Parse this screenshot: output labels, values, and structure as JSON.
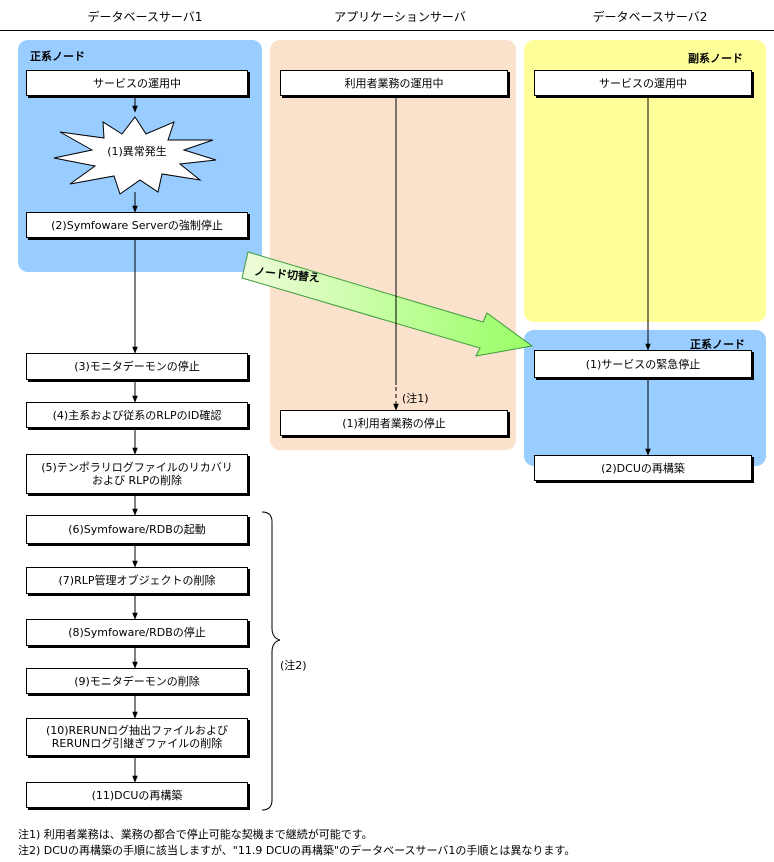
{
  "columns": {
    "db1": "データベースサーバ1",
    "app": "アプリケーションサーバ",
    "db2": "データベースサーバ2"
  },
  "regions": {
    "db1_primary": "正系ノード",
    "db2_secondary": "副系ノード",
    "db2_primary": "正系ノード"
  },
  "db1_steps": {
    "service": "サービスの運用中",
    "failure": "(1)異常発生",
    "s2": "(2)Symfoware Serverの強制停止",
    "s3": "(3)モニタデーモンの停止",
    "s4": "(4)主系および従系のRLPのID確認",
    "s5_line1": "(5)テンポラリログファイルのリカバリ",
    "s5_line2": "および RLPの削除",
    "s6": "(6)Symfoware/RDBの起動",
    "s7": "(7)RLP管理オブジェクトの削除",
    "s8": "(8)Symfoware/RDBの停止",
    "s9": "(9)モニタデーモンの削除",
    "s10_line1": "(10)RERUNログ抽出ファイルおよび",
    "s10_line2": "RERUNログ引継ぎファイルの削除",
    "s11": "(11)DCUの再構築"
  },
  "app_steps": {
    "service": "利用者業務の運用中",
    "note1": "(注1)",
    "s1": "(1)利用者業務の停止"
  },
  "db2_steps": {
    "service": "サービスの運用中",
    "s1": "(1)サービスの緊急停止",
    "s2": "(2)DCUの再構築"
  },
  "switch_label": "ノード切替え",
  "brace_note": "(注2)",
  "footnotes": {
    "n1": "注1) 利用者業務は、業務の都合で停止可能な契機まで継続が可能です。",
    "n2": "注2) DCUの再構築の手順に該当しますが、\"11.9 DCUの再構築\"のデータベースサーバ1の手順とは異なります。"
  },
  "colors": {
    "blue_region": "#99ccff",
    "peach_region": "#fbe2cc",
    "yellow_region": "#ffff99",
    "arrow_gradient_start": "#eefcd9",
    "arrow_gradient_end": "#99ff66"
  }
}
